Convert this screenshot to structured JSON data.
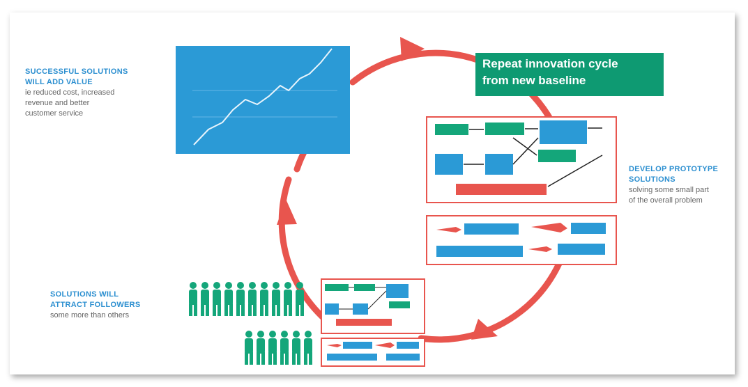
{
  "banner": {
    "line1": "Repeat innovation cycle",
    "line2": "from new baseline"
  },
  "stages": {
    "value": {
      "heading_line1": "SUCCESSFUL SOLUTIONS",
      "heading_line2": "WILL ADD VALUE",
      "body_line1": "ie reduced cost, increased",
      "body_line2": "revenue and better",
      "body_line3": "customer service"
    },
    "prototype": {
      "heading_line1": "DEVELOP PROTOTYPE",
      "heading_line2": "SOLUTIONS",
      "body_line1": "solving some small part",
      "body_line2": "of the overall problem"
    },
    "followers": {
      "heading_line1": "SOLUTIONS WILL",
      "heading_line2": "ATTRACT FOLLOWERS",
      "body_line1": "some more than others"
    }
  },
  "colors": {
    "cycle_red": "#e8554e",
    "blue": "#2b9ad6",
    "green": "#14a67a",
    "teal_banner": "#0e9a72"
  }
}
